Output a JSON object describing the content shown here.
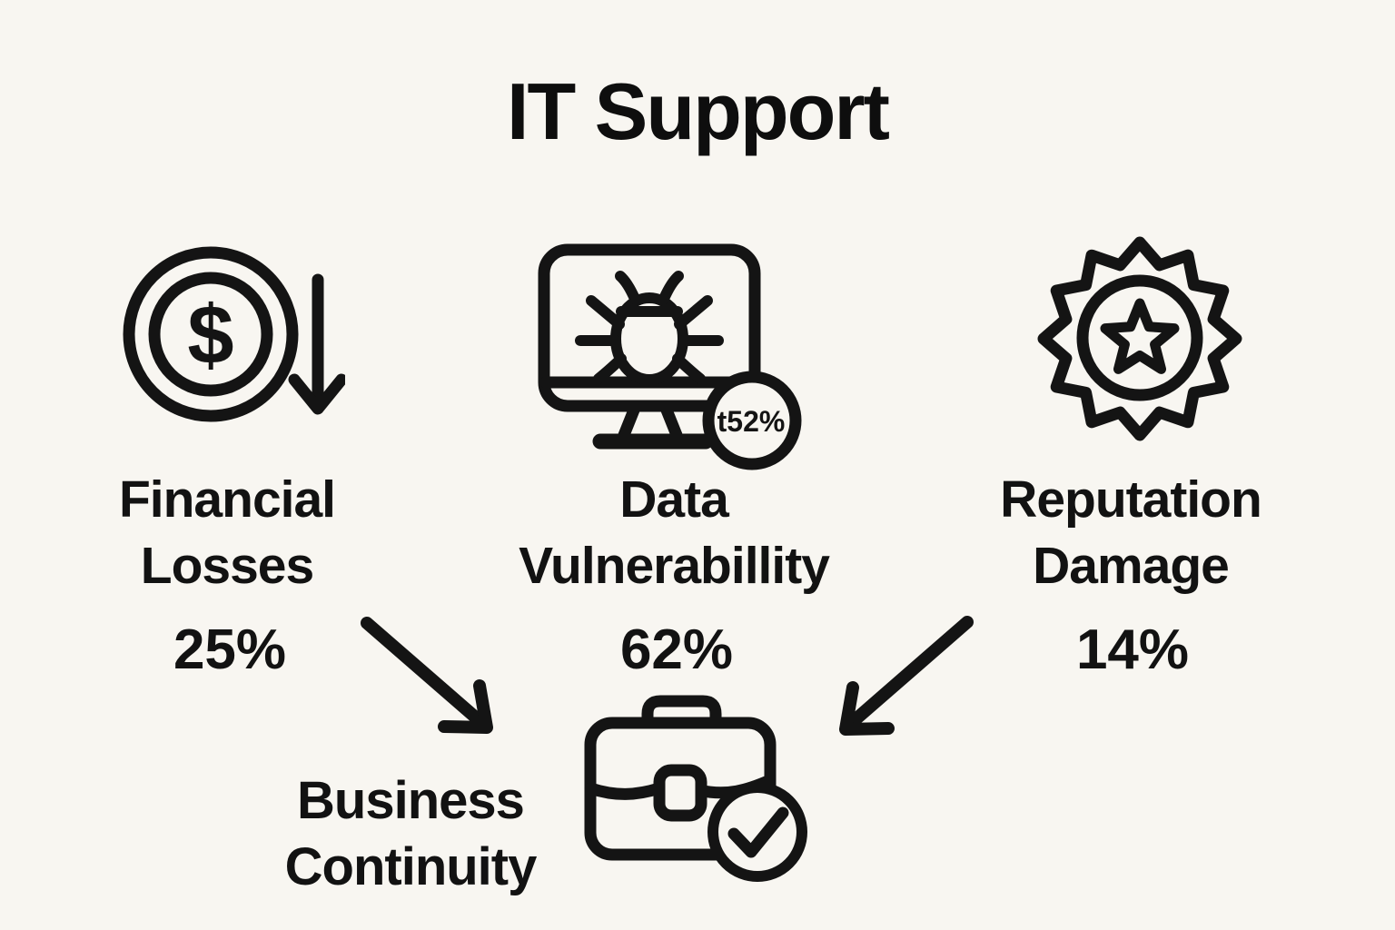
{
  "title": "IT Support",
  "colors": {
    "ink": "#141414",
    "background": "#f8f6f1"
  },
  "risks": [
    {
      "icon": "coin-decrease",
      "symbol": "$",
      "line1": "Financial",
      "line2": "Losses",
      "value": "25%"
    },
    {
      "icon": "monitor-bug",
      "badge": "t52%",
      "line1": "Data",
      "line2": "Vulnerabillity",
      "value": "62%"
    },
    {
      "icon": "award-seal-star",
      "line1": "Reputation",
      "line2": "Damage",
      "value": "14%"
    }
  ],
  "outcome": {
    "icon": "briefcase-check",
    "line1": "Business",
    "line2": "Continuity"
  }
}
